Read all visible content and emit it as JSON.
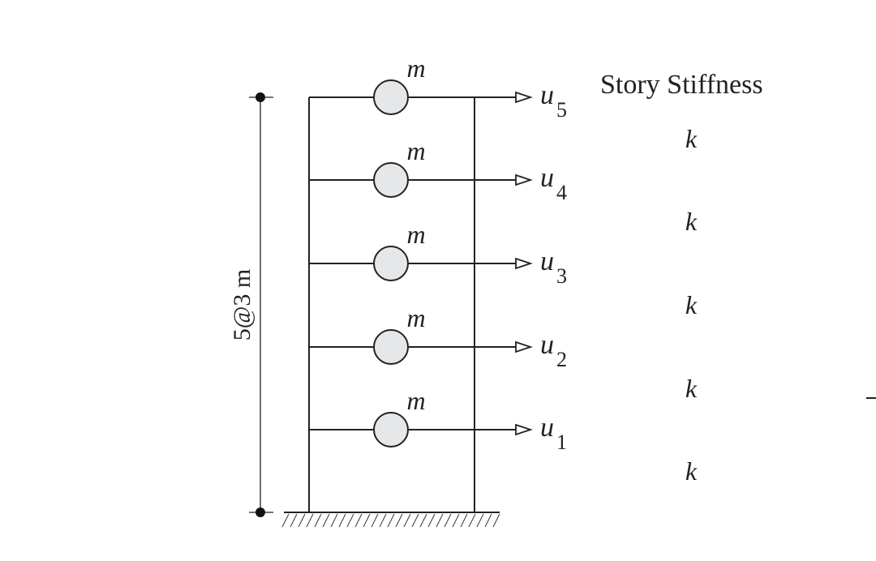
{
  "dimension_label": "5@3 m",
  "header": "Story Stiffness",
  "floors": [
    {
      "mass": "m",
      "dof": "u",
      "sub": "5",
      "stiffness": "k"
    },
    {
      "mass": "m",
      "dof": "u",
      "sub": "4",
      "stiffness": "k"
    },
    {
      "mass": "m",
      "dof": "u",
      "sub": "3",
      "stiffness": "k"
    },
    {
      "mass": "m",
      "dof": "u",
      "sub": "2",
      "stiffness": "k"
    },
    {
      "mass": "m",
      "dof": "u",
      "sub": "1",
      "stiffness": "k"
    }
  ],
  "colors": {
    "mass_fill": "#e6e7e8",
    "line": "#222222"
  }
}
